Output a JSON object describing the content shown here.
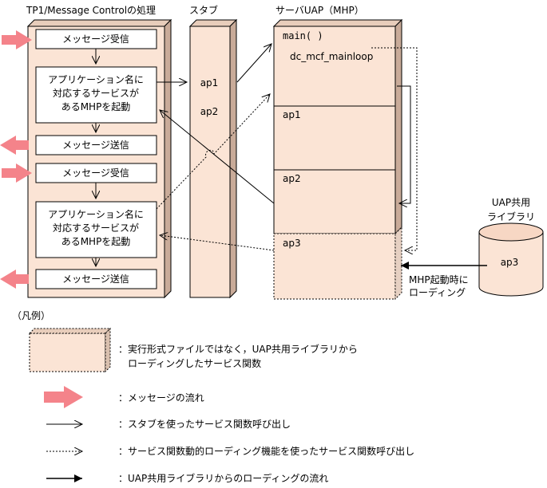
{
  "headers": {
    "tp1": "TP1/Message Controlの処理",
    "stub": "スタブ",
    "uap": "サーバUAP（MHP）"
  },
  "tp1_steps": {
    "receive1": "メッセージ受信",
    "start1": [
      "アプリケーション名に",
      "対応するサービスが",
      "あるMHPを起動"
    ],
    "send1": "メッセージ送信",
    "receive2": "メッセージ受信",
    "start2": [
      "アプリケーション名に",
      "対応するサービスが",
      "あるMHPを起動"
    ],
    "send2": "メッセージ送信"
  },
  "stub": {
    "ap1": "ap1",
    "ap2": "ap2"
  },
  "uap": {
    "main": "main( )",
    "loop": "dc_mcf_mainloop",
    "ap1": "ap1",
    "ap2": "ap2",
    "ap3": "ap3"
  },
  "library": {
    "title": [
      "UAP共用",
      "ライブラリ"
    ],
    "ap3": "ap3",
    "load_note": [
      "MHP起動時に",
      "ローディング"
    ]
  },
  "legend": {
    "title": "（凡例）",
    "box_desc": [
      "：実行形式ファイルではなく，UAP共用ライブラリから",
      "ローディングしたサービス関数"
    ],
    "message_flow": "：メッセージの流れ",
    "stub_call": "：スタブを使ったサービス関数呼び出し",
    "dynamic_call": "：サービス関数動的ローディング機能を使ったサービス関数呼び出し",
    "library_flow": "：UAP共用ライブラリからのローディングの流れ"
  },
  "colors": {
    "box_fill": "#fbe4d5",
    "box_side": "#d8bfae",
    "arrow_pink": "#f4838a"
  }
}
